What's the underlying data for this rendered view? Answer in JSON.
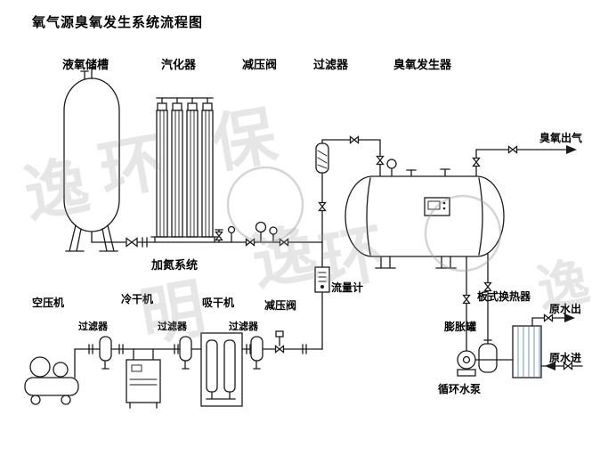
{
  "title": "氧气源臭氧发生系统流程图",
  "equipment_labels": {
    "liquid_oxygen_tank": "液氧储槽",
    "vaporizer": "汽化器",
    "pressure_valve_main": "减压阀",
    "filter_main": "过滤器",
    "ozone_generator": "臭氧发生器",
    "ozone_outlet": "臭氧出气",
    "nitrogen_system": "加氮系统",
    "air_compressor": "空压机",
    "filter_1": "过滤器",
    "cold_dryer": "冷干机",
    "filter_2": "过滤器",
    "adsorption_dryer": "吸干机",
    "filter_3": "过滤器",
    "pressure_valve_air": "减压阀",
    "flow_meter": "流量计",
    "plate_heat_exchanger": "板式换热器",
    "raw_water_out": "原水出",
    "expansion_tank": "膨胀罐",
    "raw_water_in": "原水进",
    "circulating_pump": "循环水泵"
  },
  "watermark": {
    "chars": [
      "逸",
      "环",
      "保",
      "明",
      "逸",
      "环",
      "逸"
    ]
  },
  "colors": {
    "heat_exchanger_fill": "#4a7aae",
    "expansion_tank_fill": "#7a3535",
    "pump_fill": "#3a6aa8",
    "pump_base_fill": "#777777"
  }
}
